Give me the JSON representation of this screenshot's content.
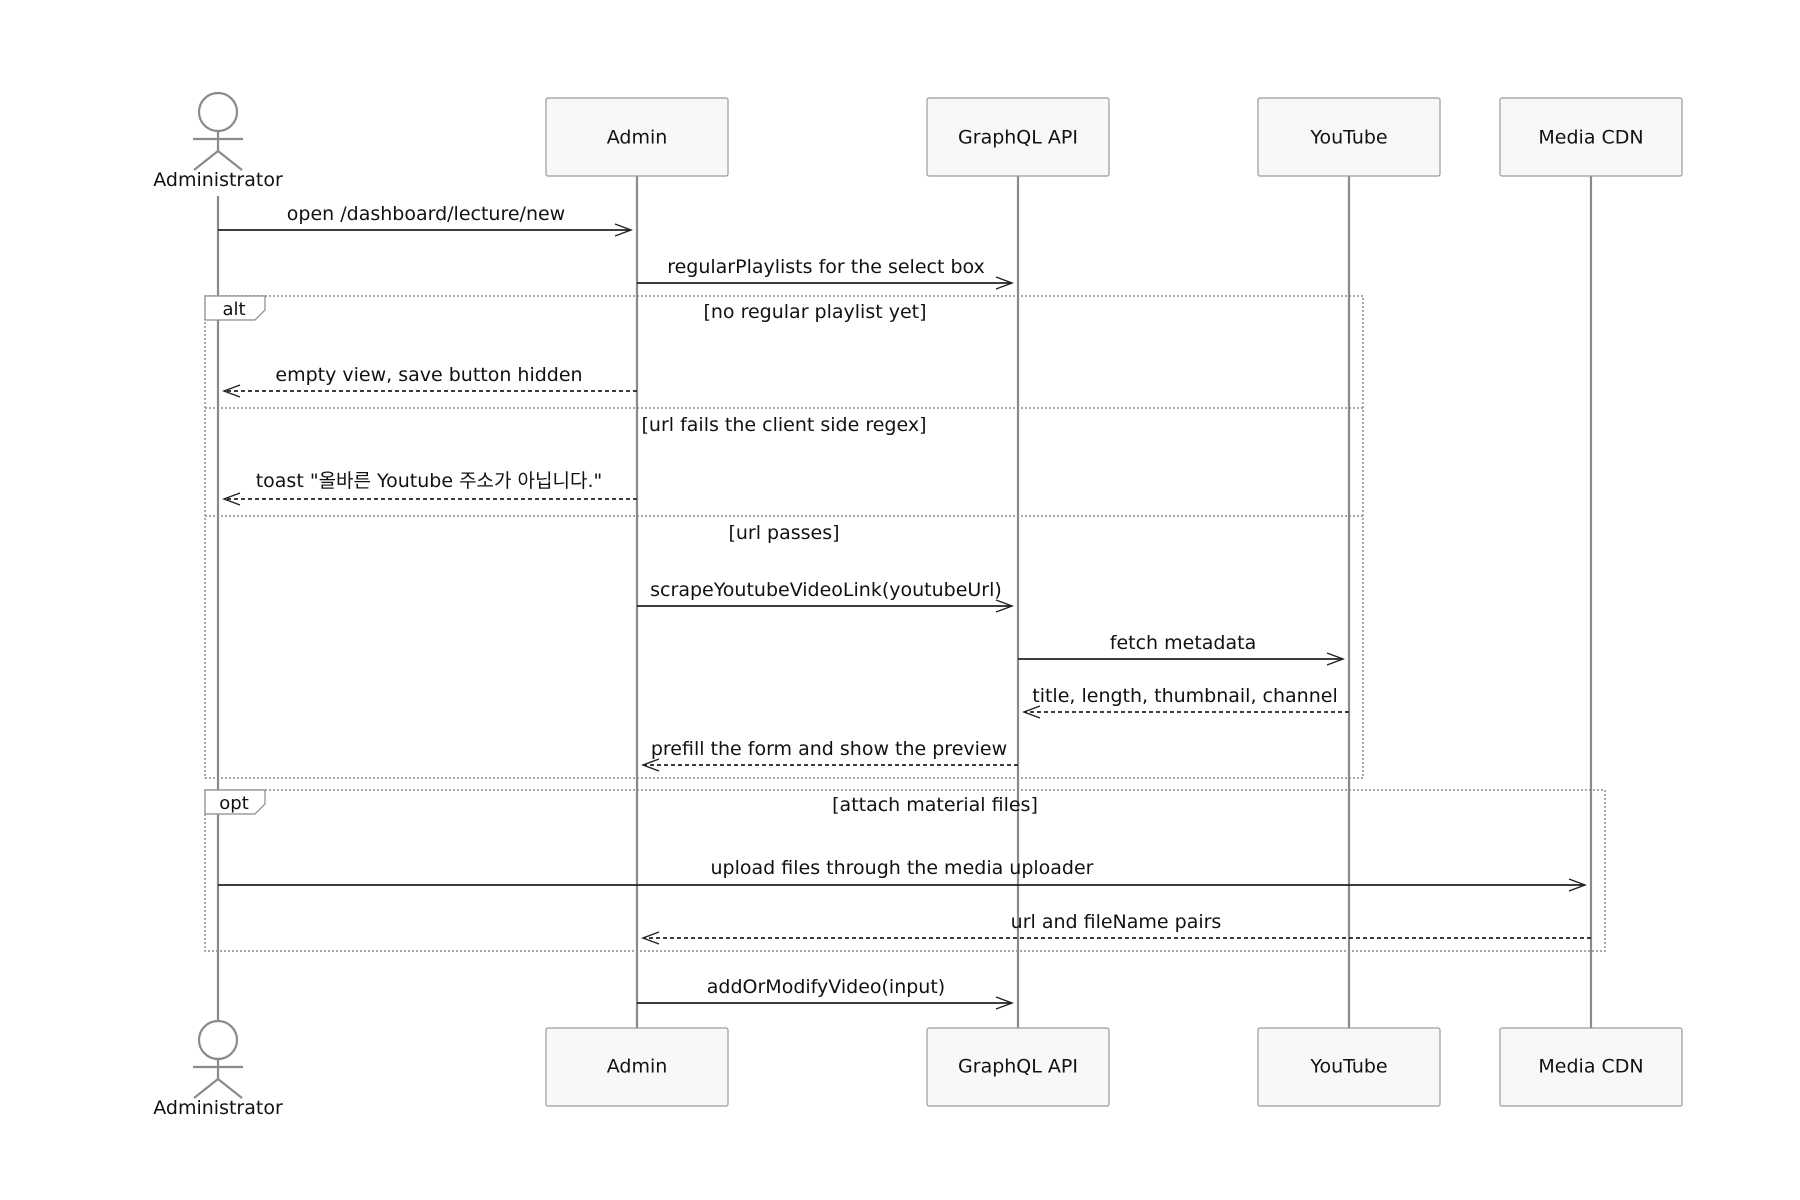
{
  "diagram": {
    "type": "sequence",
    "actor": {
      "id": "administrator",
      "label": "Administrator"
    },
    "participants": [
      {
        "id": "admin",
        "label": "Admin"
      },
      {
        "id": "graphql",
        "label": "GraphQL API"
      },
      {
        "id": "youtube",
        "label": "YouTube"
      },
      {
        "id": "cdn",
        "label": "Media CDN"
      }
    ],
    "messages": [
      {
        "id": "m1",
        "from": "administrator",
        "to": "admin",
        "style": "solid",
        "label": "open /dashboard/lecture/new"
      },
      {
        "id": "m2",
        "from": "admin",
        "to": "graphql",
        "style": "solid",
        "label": "regularPlaylists for the select box"
      },
      {
        "id": "m3",
        "from": "admin",
        "to": "administrator",
        "style": "dashed",
        "label": "empty view, save button hidden"
      },
      {
        "id": "m4",
        "from": "admin",
        "to": "administrator",
        "style": "dashed",
        "label": "toast \"올바른 Youtube 주소가 아닙니다.\""
      },
      {
        "id": "m5",
        "from": "admin",
        "to": "graphql",
        "style": "solid",
        "label": "scrapeYoutubeVideoLink(youtubeUrl)"
      },
      {
        "id": "m6",
        "from": "graphql",
        "to": "youtube",
        "style": "solid",
        "label": "fetch metadata"
      },
      {
        "id": "m7",
        "from": "youtube",
        "to": "graphql",
        "style": "dashed",
        "label": "title, length, thumbnail, channel"
      },
      {
        "id": "m8",
        "from": "graphql",
        "to": "admin",
        "style": "dashed",
        "label": "prefill the form and show the preview"
      },
      {
        "id": "m9",
        "from": "administrator",
        "to": "cdn",
        "style": "solid",
        "label": "upload files through the media uploader"
      },
      {
        "id": "m10",
        "from": "cdn",
        "to": "admin",
        "style": "dashed",
        "label": "url and fileName pairs"
      },
      {
        "id": "m11",
        "from": "admin",
        "to": "graphql",
        "style": "solid",
        "label": "addOrModifyVideo(input)"
      }
    ],
    "fragments": [
      {
        "id": "alt",
        "kind": "alt",
        "sections": [
          {
            "condition": "[no regular playlist yet]",
            "messages": [
              "m3"
            ]
          },
          {
            "condition": "[url fails the client side regex]",
            "messages": [
              "m4"
            ]
          },
          {
            "condition": "[url passes]",
            "messages": [
              "m5",
              "m6",
              "m7",
              "m8"
            ]
          }
        ]
      },
      {
        "id": "opt",
        "kind": "opt",
        "sections": [
          {
            "condition": "[attach material files]",
            "messages": [
              "m9",
              "m10"
            ]
          }
        ]
      }
    ]
  }
}
